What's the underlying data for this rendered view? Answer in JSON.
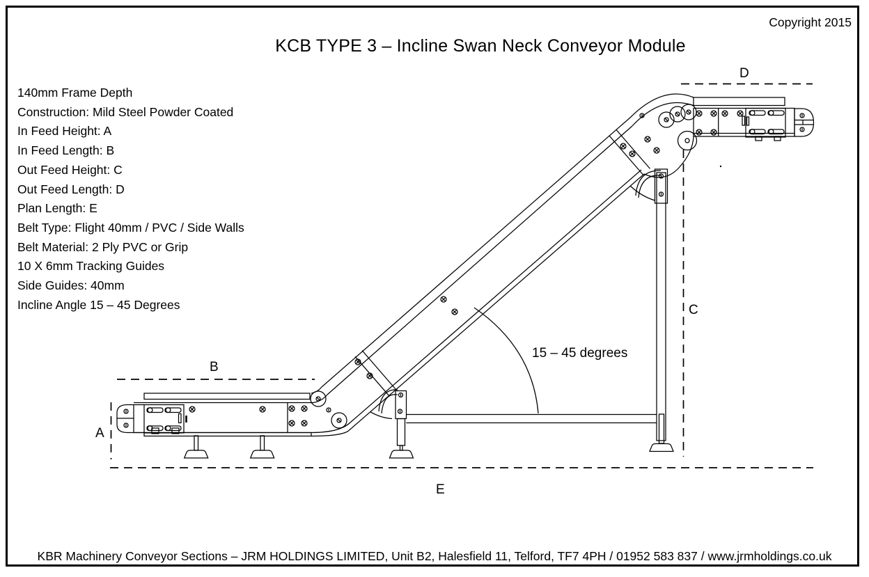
{
  "page": {
    "title": "KCB TYPE 3 – Incline Swan Neck Conveyor Module",
    "copyright": "Copyright 2015",
    "footer": "KBR Machinery Conveyor Sections – JRM HOLDINGS LIMITED, Unit B2, Halesfield 11, Telford, TF7 4PH / 01952 583 837 / www.jrmholdings.co.uk"
  },
  "specs": [
    "140mm Frame Depth",
    "Construction: Mild Steel Powder Coated",
    "In Feed Height: A",
    "In Feed Length: B",
    "Out Feed Height: C",
    "Out Feed Length: D",
    "Plan Length: E",
    "Belt Type: Flight 40mm / PVC / Side Walls",
    "Belt Material: 2 Ply PVC or Grip",
    "10 X 6mm Tracking Guides",
    "Side Guides: 40mm",
    "Incline Angle 15 – 45 Degrees"
  ],
  "dimensions": {
    "a": "A",
    "b": "B",
    "c": "C",
    "d": "D",
    "e": "E",
    "angle_note": "15 – 45 degrees"
  },
  "colors": {
    "ink": "#000000",
    "paper": "#ffffff"
  }
}
